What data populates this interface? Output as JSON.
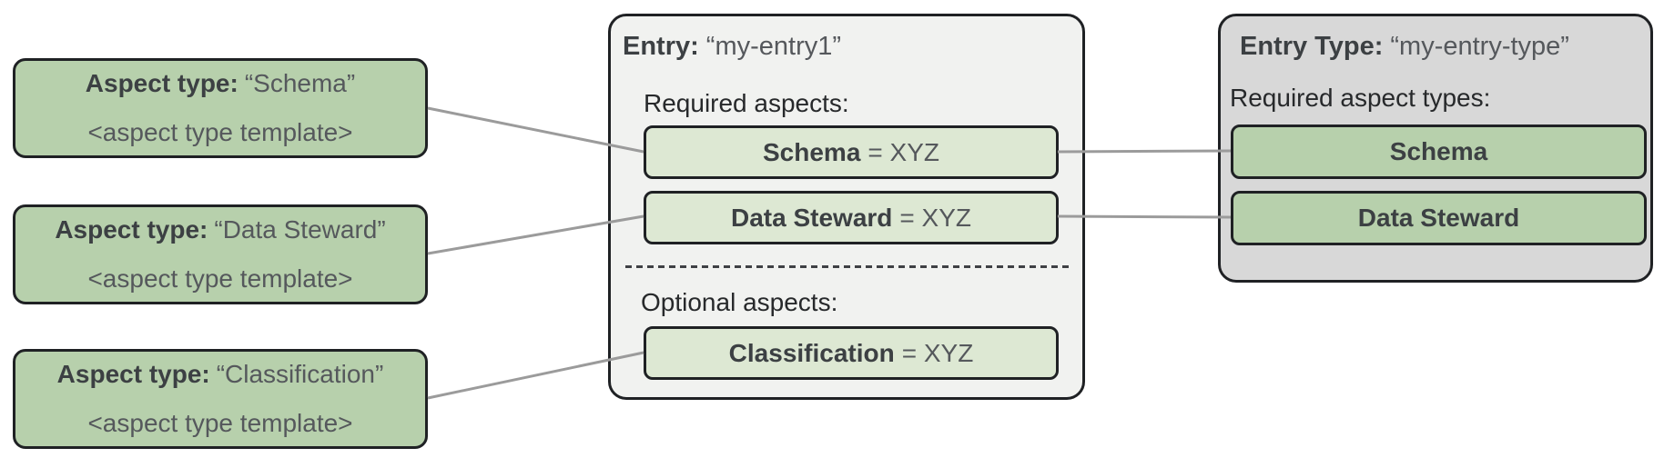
{
  "colors": {
    "green_dark": "#b7d0ac",
    "green_light": "#dde8d3",
    "card_light_bg": "#f1f2f0",
    "card_gray_bg": "#d8d8d8",
    "border_dark": "#1f2124",
    "connector_gray": "#9b9b9b",
    "text_primary": "#3c4043",
    "text_secondary": "#55585c"
  },
  "aspect_type_cards": [
    {
      "label": "Aspect type:",
      "name": "“Schema”",
      "template": "<aspect type template>"
    },
    {
      "label": "Aspect type:",
      "name": "“Data Steward”",
      "template": "<aspect type template>"
    },
    {
      "label": "Aspect type:",
      "name": "“Classification”",
      "template": "<aspect type template>"
    }
  ],
  "entry_card": {
    "title_label": "Entry:",
    "title_value": "“my-entry1”",
    "required_heading": "Required aspects:",
    "optional_heading": "Optional aspects:",
    "required_aspects": [
      {
        "name": "Schema",
        "value": "= XYZ"
      },
      {
        "name": "Data Steward",
        "value": "= XYZ"
      }
    ],
    "optional_aspects": [
      {
        "name": "Classification",
        "value": "= XYZ"
      }
    ]
  },
  "entry_type_card": {
    "title_label": "Entry Type:",
    "title_value": "“my-entry-type”",
    "required_heading": "Required aspect types:",
    "aspect_types": [
      {
        "name": "Schema"
      },
      {
        "name": "Data Steward"
      }
    ]
  }
}
